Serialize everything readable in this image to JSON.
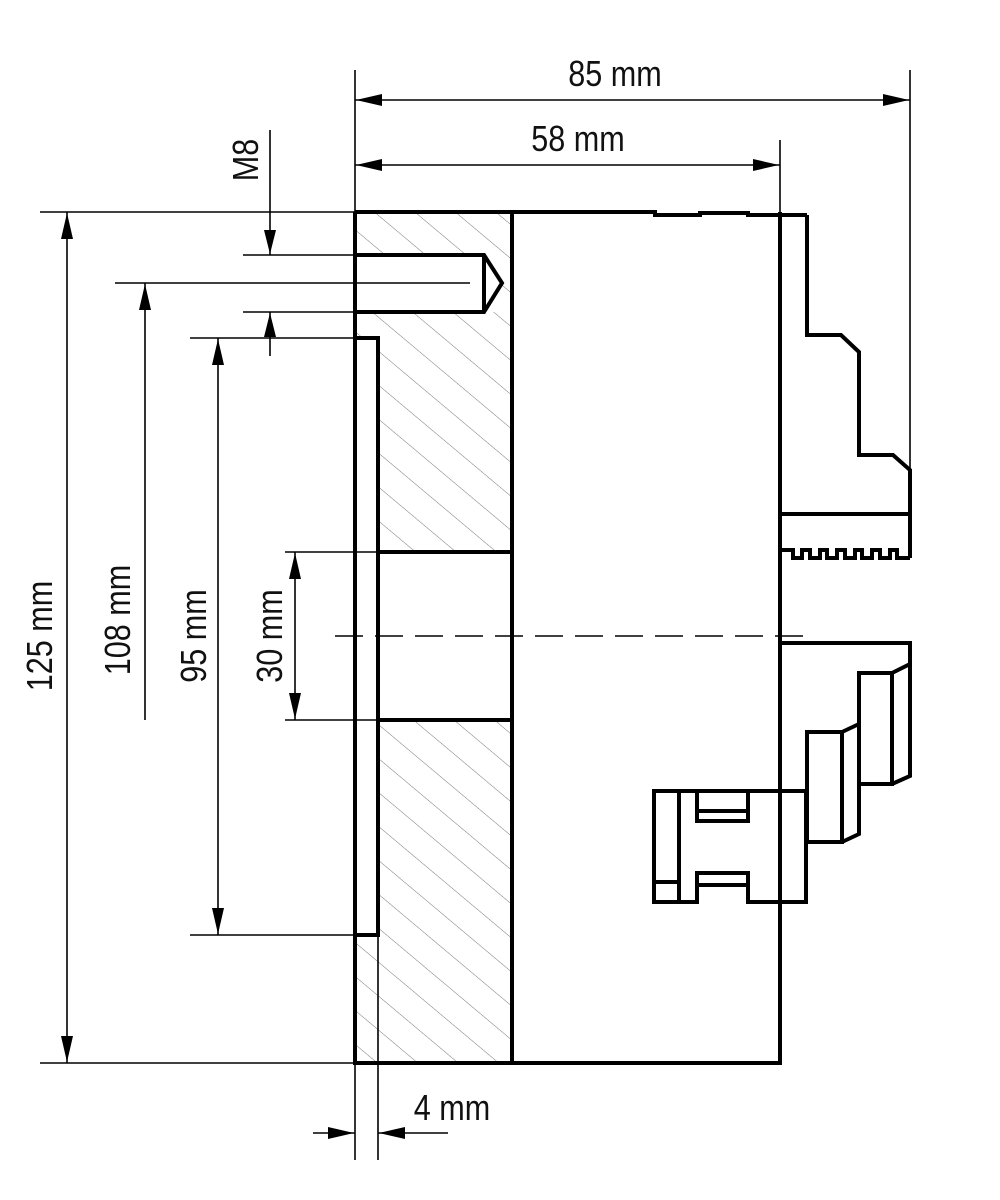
{
  "title": "Lathe chuck dimension drawing",
  "dimensions": {
    "overall_length": "85 mm",
    "body_length": "58 mm",
    "thread": "M8",
    "outer_diameter": "125 mm",
    "bolt_circle": "108 mm",
    "spigot_diameter": "95 mm",
    "bore_diameter": "30 mm",
    "spigot_depth": "4 mm"
  },
  "colors": {
    "line": "#000000",
    "background": "#ffffff"
  }
}
